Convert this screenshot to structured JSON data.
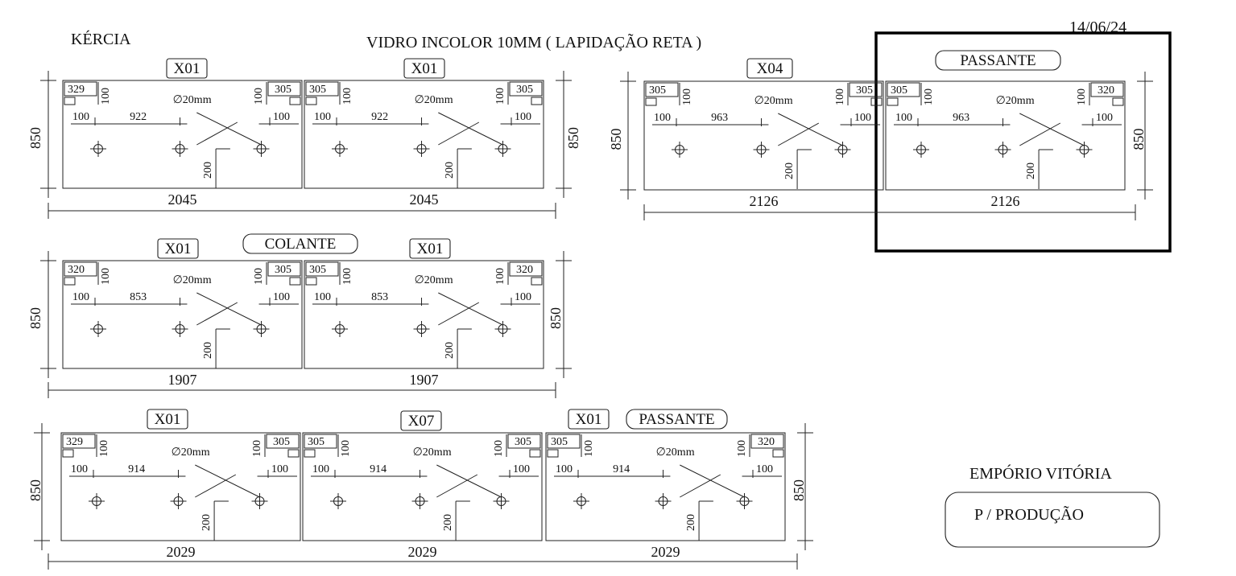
{
  "header": {
    "client": "KÉRCIA",
    "title": "VIDRO INCOLOR 10MM ( LAPIDAÇÃO RETA )",
    "date": "14/06/24"
  },
  "footer": {
    "company": "EMPÓRIO VITÓRIA",
    "note": "P / PRODUÇÃO"
  },
  "common": {
    "hole_label": "∅20mm",
    "offset_label": "100",
    "edge_label": "100",
    "v200_label": "200"
  },
  "rows": [
    {
      "height": "850",
      "panels": [
        {
          "code": "X01",
          "width": "2045",
          "left_dim": "329",
          "right_dim": "305",
          "spacing": "922"
        },
        {
          "code": "X01",
          "width": "2045",
          "left_dim": "305",
          "right_dim": "305",
          "spacing": "922"
        }
      ]
    },
    {
      "height": "850",
      "panels": [
        {
          "code": "X04",
          "width": "2126",
          "left_dim": "305",
          "right_dim": "305",
          "spacing": "963"
        },
        {
          "code": "PASSANTE",
          "width": "2126",
          "left_dim": "305",
          "right_dim": "320",
          "spacing": "963"
        }
      ]
    },
    {
      "height": "850",
      "label": "COLANTE",
      "panels": [
        {
          "code": "X01",
          "width": "1907",
          "left_dim": "320",
          "right_dim": "305",
          "spacing": "853"
        },
        {
          "code": "X01",
          "width": "1907",
          "left_dim": "305",
          "right_dim": "320",
          "spacing": "853"
        }
      ]
    },
    {
      "height": "850",
      "label": "PASSANTE",
      "panels": [
        {
          "code": "X01",
          "width": "2029",
          "left_dim": "329",
          "right_dim": "305",
          "spacing": "914"
        },
        {
          "code": "X07",
          "width": "2029",
          "left_dim": "305",
          "right_dim": "305",
          "spacing": "914"
        },
        {
          "code": "X01",
          "width": "2029",
          "left_dim": "305",
          "right_dim": "320",
          "spacing": "914"
        }
      ]
    }
  ]
}
